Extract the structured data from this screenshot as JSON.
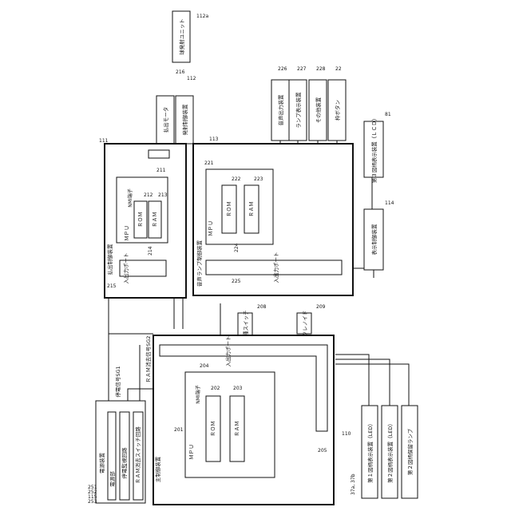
{
  "blocks": {
    "power": {
      "title": "電源装置",
      "parts": [
        "電源部",
        "停電監視回路",
        "ＲＡＭ消去スイッチ回路"
      ],
      "ref": "115",
      "part_refs": [
        "251",
        "252",
        "253"
      ]
    },
    "main_ctrl": {
      "title": "主制御装置",
      "ref": "110",
      "mpu": "ＭＰＵ",
      "mpu_ref": "201",
      "nmi": "NMI端子",
      "rom": "ＲＯＭ",
      "rom_ref": "202",
      "ram": "ＲＡＭ",
      "ram_ref": "203",
      "io_port": "入出力ポート",
      "io_ref": "204",
      "bus_ref": "205"
    },
    "payout_ctrl": {
      "title": "払出制御装置",
      "ref": "111",
      "mpu": "ＭＰＵ",
      "mpu_ref": "211",
      "nmi": "NMI端子",
      "rom": "ＲＯＭ",
      "rom_ref": "212",
      "ram": "ＲＡＭ",
      "ram_ref": "213",
      "io_port": "入出力ポート",
      "io_ref": "215",
      "bus_ref": "214"
    },
    "sound_ctrl": {
      "title": "音声ランプ制御装置",
      "ref": "113",
      "mpu": "ＭＰＵ",
      "mpu_ref": "221",
      "rom": "ＲＯＭ",
      "rom_ref": "222",
      "ram": "ＲＡＭ",
      "ram_ref": "223",
      "io_port": "入出力ポート",
      "io_ref": "225",
      "bus_ref": "224"
    },
    "payout_motor": {
      "label": "払出モータ",
      "ref": "216"
    },
    "launch_ctrl": {
      "label": "発射制御装置",
      "ref": "112"
    },
    "launch_unit": {
      "label": "球発射ユニット",
      "ref": "112a"
    },
    "sound_io": {
      "label": "音声出力装置",
      "ref": "226"
    },
    "lamp_disp": {
      "label": "ランプ表示装置",
      "ref": "227"
    },
    "other_io": {
      "label": "その他装置",
      "ref": "228"
    },
    "frame_btn": {
      "label": "枠ボタン",
      "ref": "22"
    },
    "disp_ctrl": {
      "label": "表示制御装置",
      "ref": "114"
    },
    "lcd": {
      "label": "第３図柄表示装置（ＬＣＤ）",
      "ref": "81"
    },
    "switches": {
      "label": "各種スイッチ",
      "ref": "208"
    },
    "solenoid": {
      "label": "ソレノイド",
      "ref": "209"
    },
    "disp1": {
      "label": "第１図柄表示装置（LED）",
      "ref": "37a, 37b"
    },
    "disp2": {
      "label": "第２図柄表示装置（LED）"
    },
    "hold2": {
      "label": "第２図柄保留ランプ"
    },
    "signals": {
      "outage": "停電信号SG1",
      "ram_clear": "ＲＡＭ消去信号SG2"
    }
  }
}
